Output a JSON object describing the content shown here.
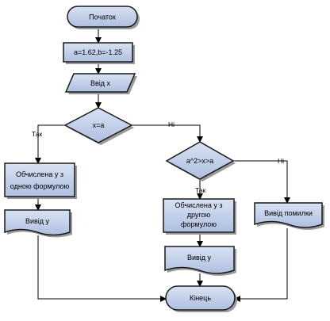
{
  "colors": {
    "fill_top": "#d8e2f3",
    "fill_bottom": "#aebfe0",
    "stroke": "#1a1a1a",
    "line": "#000000",
    "shadow": "#9a9a9a"
  },
  "nodes": {
    "start": {
      "text": "Початок"
    },
    "init": {
      "text": "a=1.62,b=-1.25"
    },
    "input": {
      "text": "Ввід x"
    },
    "cond1": {
      "text": "x=a"
    },
    "calc1": {
      "line1": "Обчислена у з",
      "line2": "одною формулою"
    },
    "out1": {
      "text": "Вивід у"
    },
    "cond2": {
      "text": "a^2>x>a"
    },
    "calc2": {
      "line1": "Обчислена у з",
      "line2": "другою",
      "line3": "формулою"
    },
    "out2": {
      "text": "Вивід у"
    },
    "err": {
      "text": "Вивід помилки"
    },
    "end": {
      "text": "Кінець"
    }
  },
  "labels": {
    "cond1_yes": "Так",
    "cond1_no": "Ні",
    "cond2_yes": "Так",
    "cond2_no": "Ні"
  }
}
